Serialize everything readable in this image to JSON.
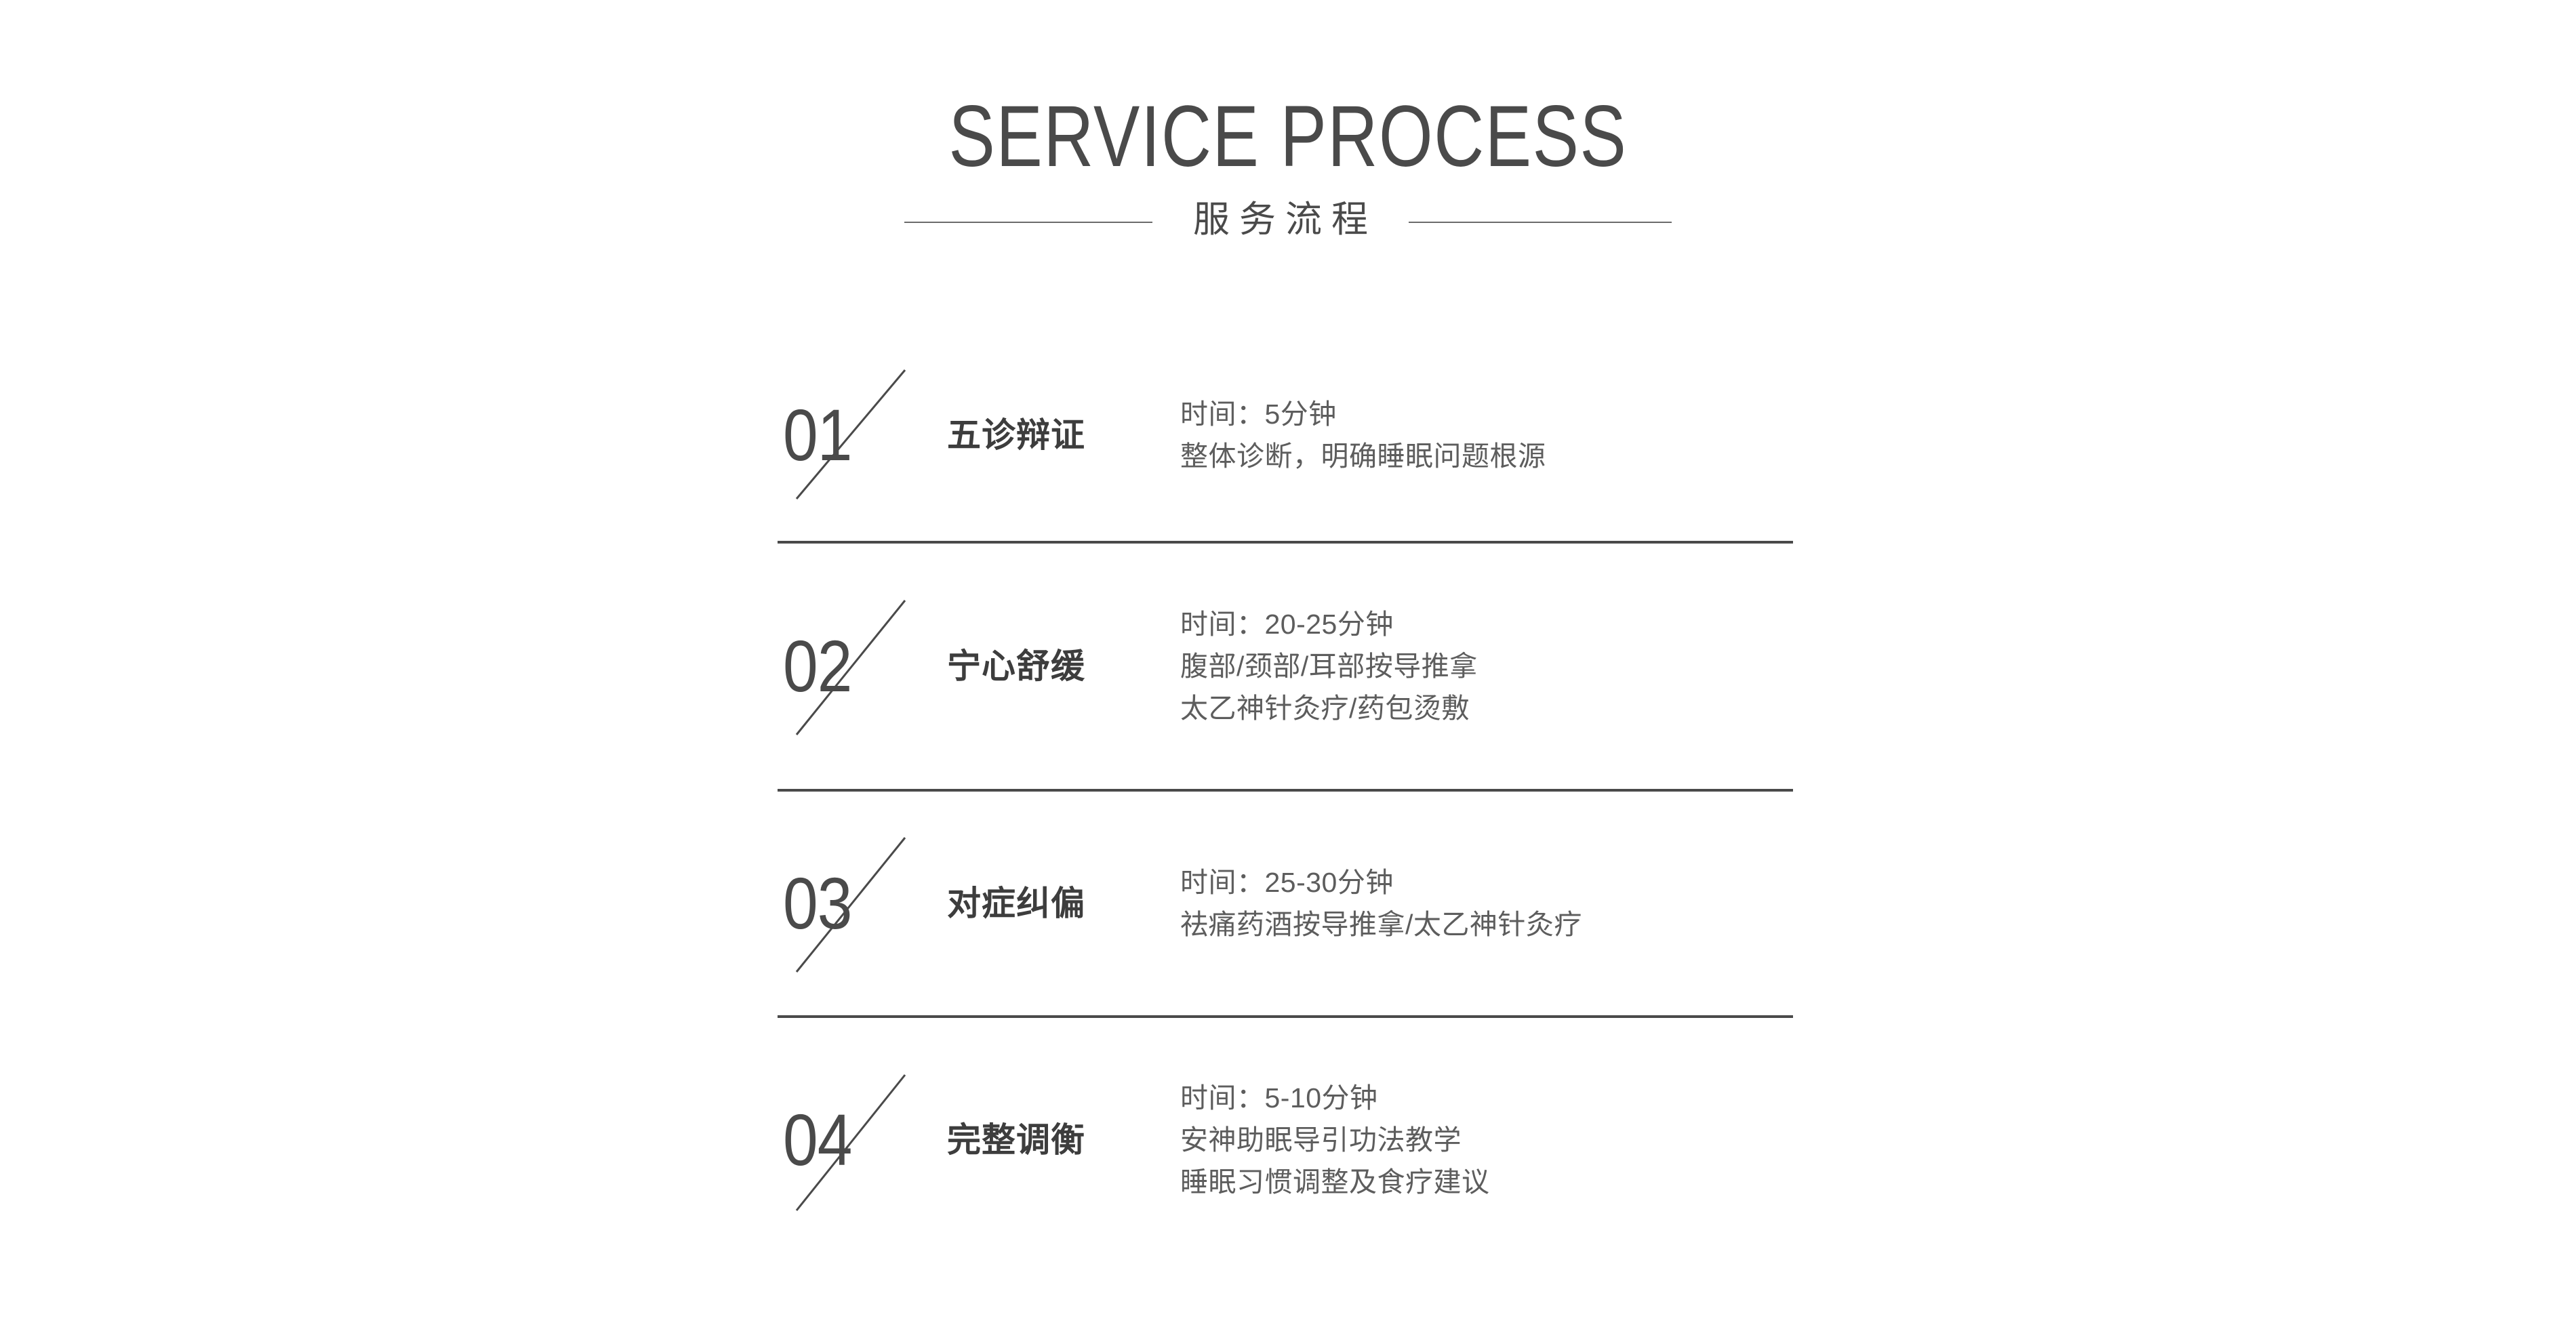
{
  "header": {
    "title_en": "SERVICE PROCESS",
    "title_cn": "服务流程",
    "accent_color": "#4a4a4a",
    "rule_color": "#6b6b6b"
  },
  "steps": [
    {
      "number": "01",
      "title": "五诊辩证",
      "lines": [
        "时间：5分钟",
        "整体诊断，明确睡眠问题根源"
      ]
    },
    {
      "number": "02",
      "title": "宁心舒缓",
      "lines": [
        "时间：20-25分钟",
        "腹部/颈部/耳部按导推拿",
        "太乙神针灸疗/药包烫敷"
      ]
    },
    {
      "number": "03",
      "title": "对症纠偏",
      "lines": [
        "时间：25-30分钟",
        "祛痛药酒按导推拿/太乙神针灸疗"
      ]
    },
    {
      "number": "04",
      "title": "完整调衡",
      "lines": [
        "时间：5-10分钟",
        "安神助眠导引功法教学",
        "睡眠习惯调整及食疗建议"
      ]
    }
  ]
}
